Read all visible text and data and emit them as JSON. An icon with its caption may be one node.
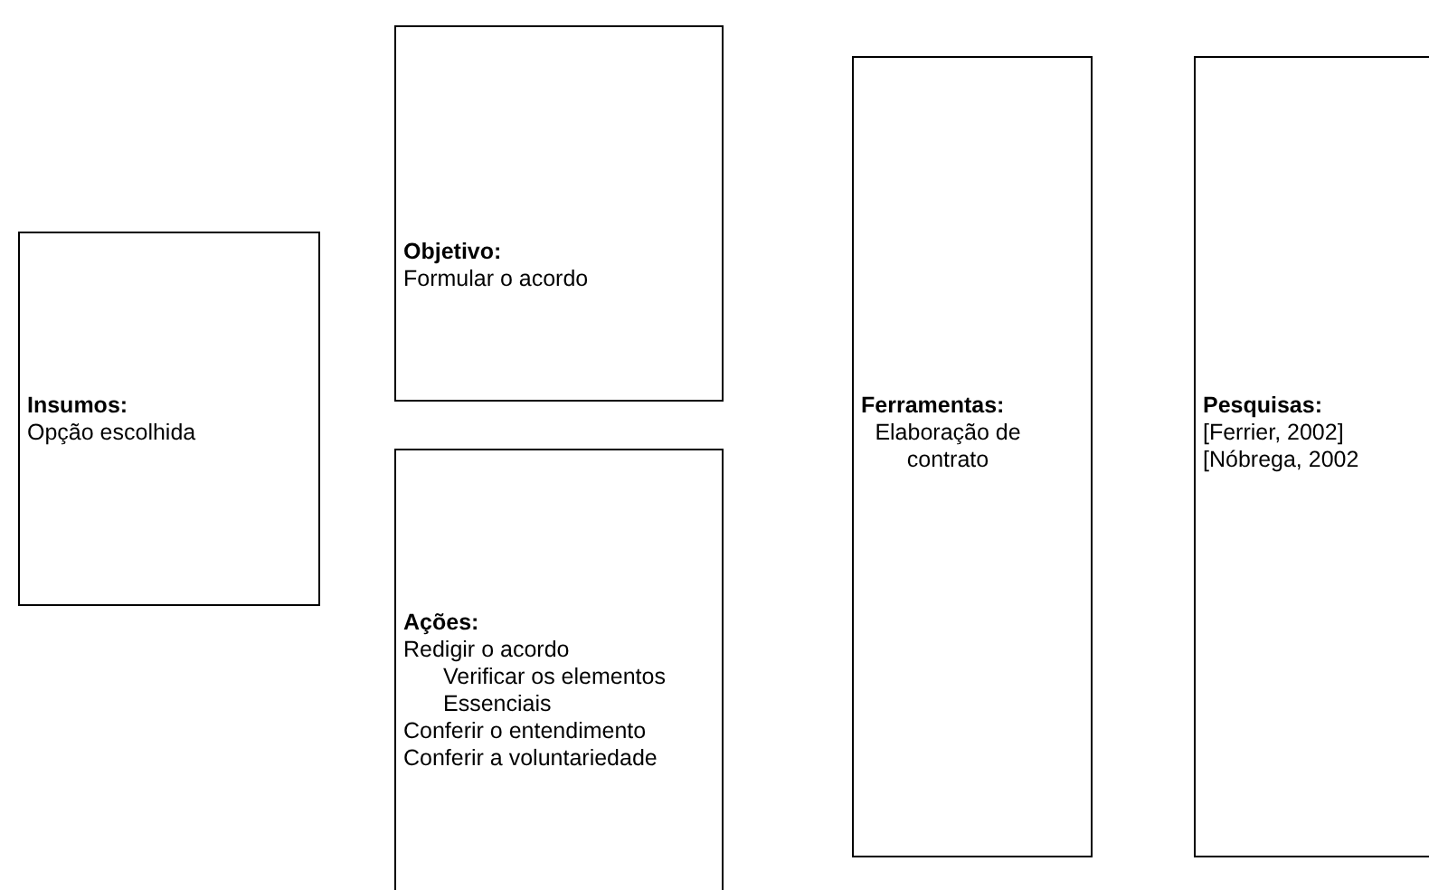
{
  "diagram": {
    "nodes": [
      {
        "text": [
          "Insumos:",
          "Opção escolhida"
        ]
      },
      {
        "text": [
          "Objetivo:",
          "Formular o acordo"
        ]
      },
      {
        "text": [
          "Ações:",
          "Redigir o acordo",
          "Verificar os elementos Essenciais",
          "Conferir o entendimento",
          "Conferir a voluntariedade"
        ]
      },
      {
        "text": [
          "Ferramentas:",
          "Elaboração de contrato"
        ]
      },
      {
        "text": [
          "Pesquisas:",
          "[Ferrier, 2002]",
          "[Nóbrega, 2002"
        ]
      }
    ]
  }
}
